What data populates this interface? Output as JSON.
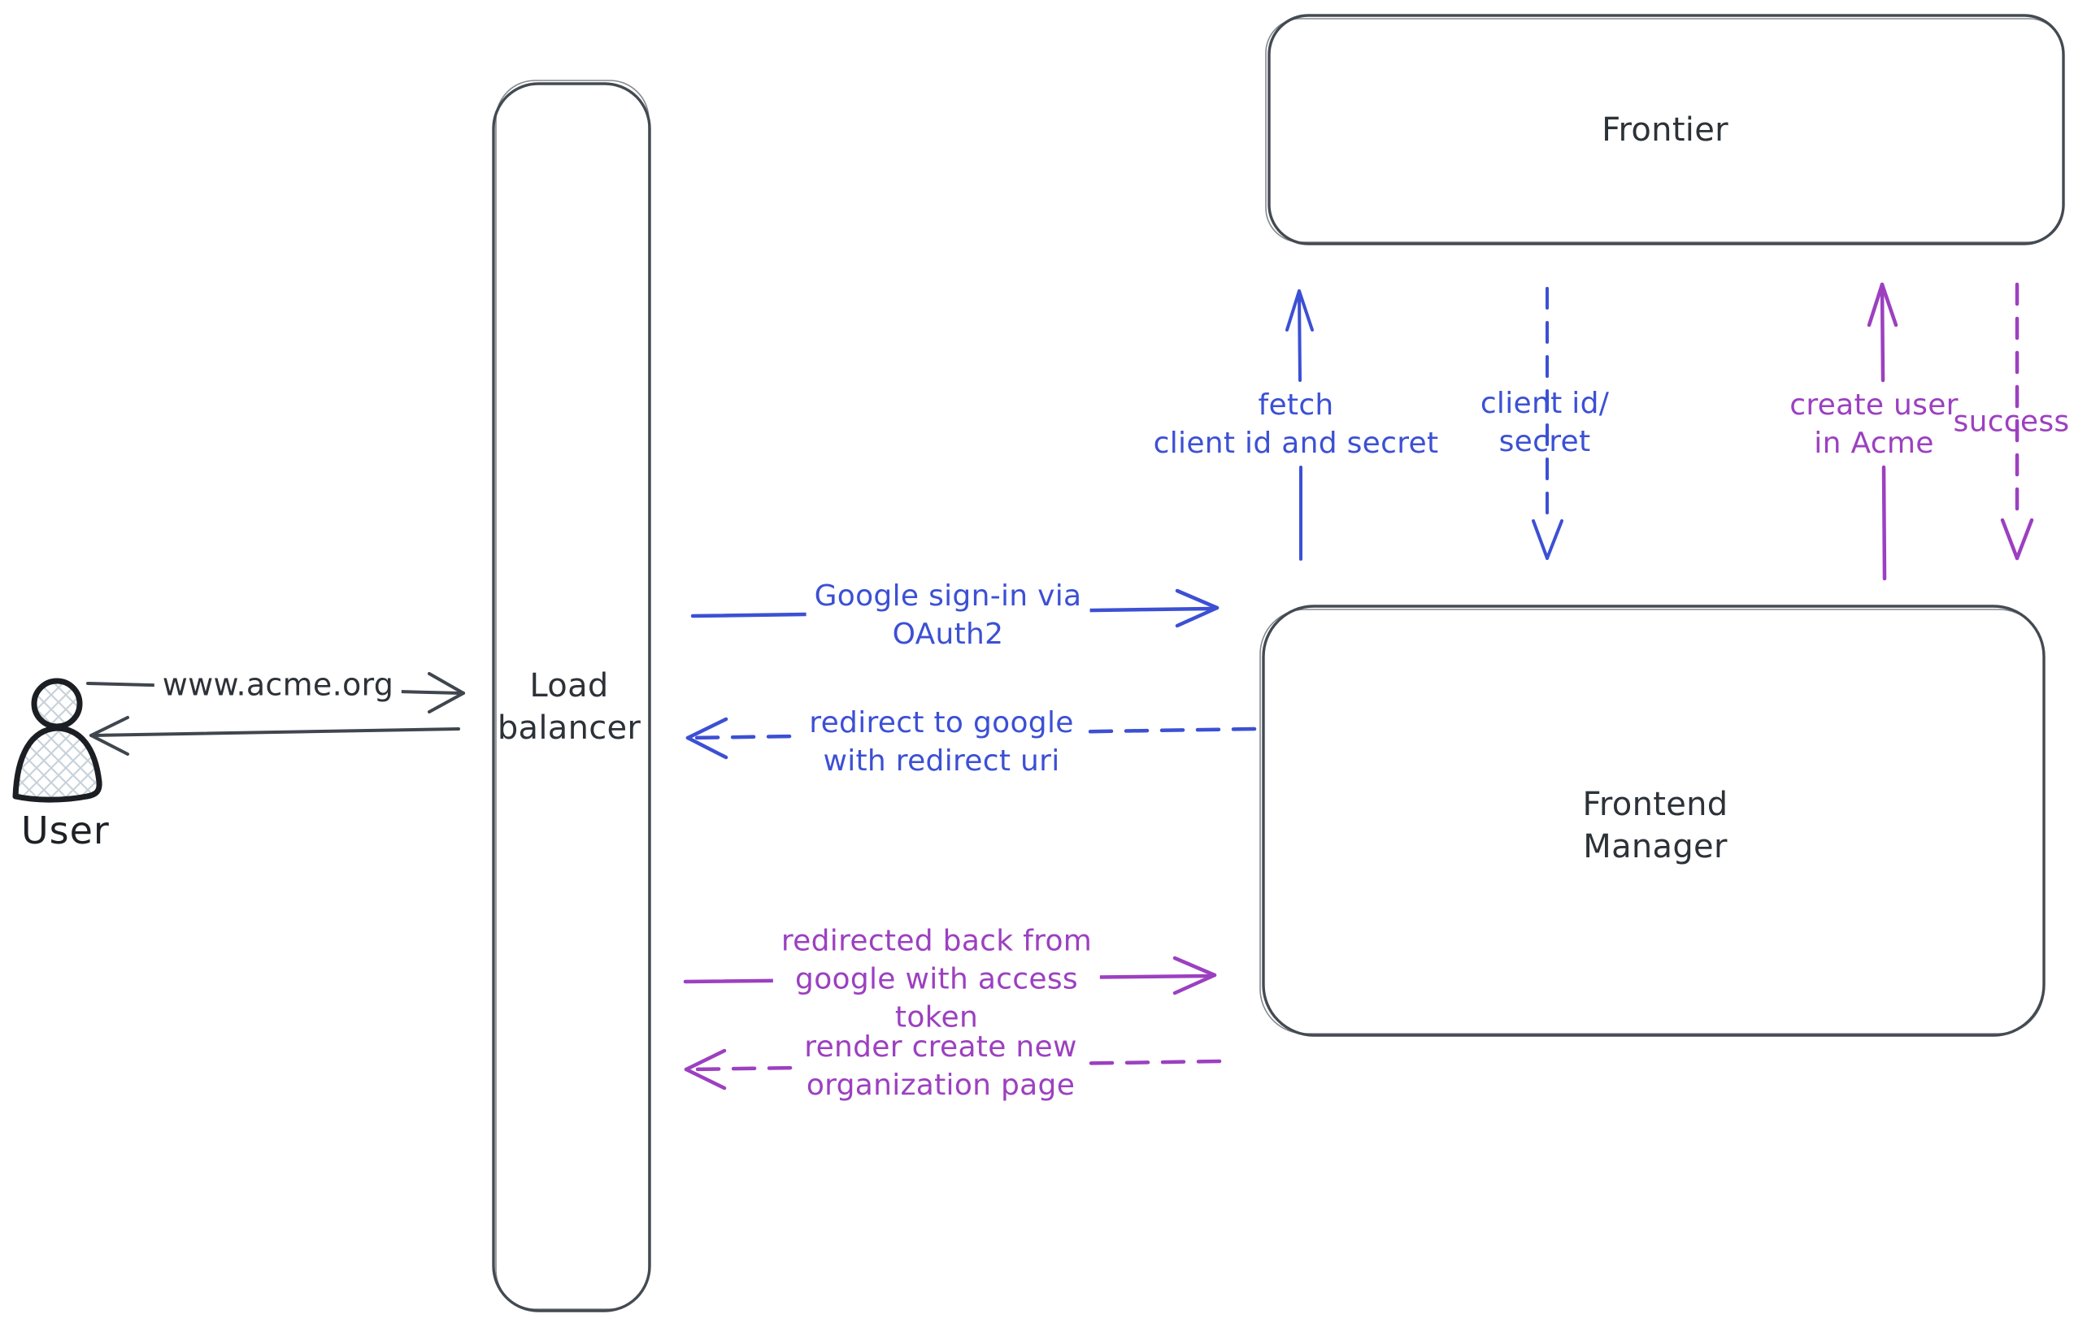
{
  "diagram": {
    "title_hint": "OAuth2 sign-in flow sketch",
    "colors": {
      "blue_accent": "#3c50d4",
      "purple_accent": "#9c40c0",
      "ink": "#2c3238",
      "box_stroke": "#434a52"
    },
    "nodes": {
      "user": {
        "label": "User"
      },
      "load_balancer": {
        "line1": "Load",
        "line2": "balancer"
      },
      "frontier": {
        "label": "Frontier"
      },
      "frontend_manager": {
        "line1": "Frontend",
        "line2": "Manager"
      }
    },
    "edges": {
      "www_request": {
        "label": "www.acme.org",
        "style": "solid",
        "direction": "user-to-load-balancer"
      },
      "response_to_user": {
        "label": "",
        "style": "solid",
        "direction": "load-balancer-to-user"
      },
      "google_signin": {
        "line1": "Google sign-in via",
        "line2": "OAuth2",
        "style": "solid",
        "direction": "load-balancer-to-frontend-manager"
      },
      "redirect_to_google": {
        "line1": "redirect to google",
        "line2": "with redirect uri",
        "style": "dashed",
        "direction": "frontend-manager-to-load-balancer"
      },
      "fetch_client_id": {
        "line1": "fetch",
        "line2": "client id and secret",
        "style": "solid",
        "direction": "frontend-manager-to-frontier"
      },
      "client_id_secret": {
        "line1": "client id/",
        "line2": "secret",
        "style": "dashed",
        "direction": "frontier-to-frontend-manager"
      },
      "create_user": {
        "line1": "create user",
        "line2": "in Acme",
        "style": "solid",
        "direction": "frontend-manager-to-frontier"
      },
      "success": {
        "label": "success",
        "style": "dashed",
        "direction": "frontier-to-frontend-manager"
      },
      "redirected_back": {
        "line1": "redirected back from",
        "line2": "google with access",
        "line3": "token",
        "style": "solid",
        "direction": "load-balancer-to-frontend-manager"
      },
      "render_page": {
        "line1": "render create new",
        "line2": "organization page",
        "style": "dashed",
        "direction": "frontend-manager-to-load-balancer"
      }
    }
  }
}
